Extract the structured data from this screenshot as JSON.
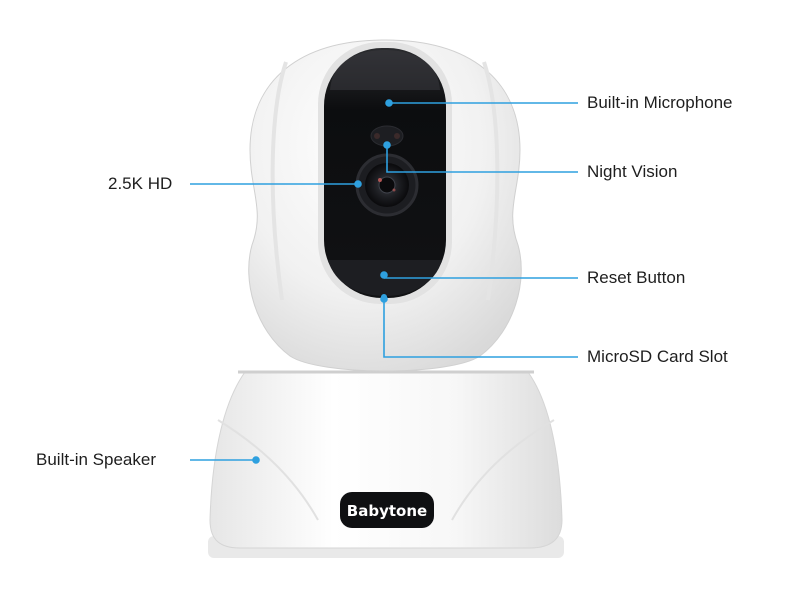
{
  "brand": "Babytone",
  "callouts": {
    "microphone": "Built-in Microphone",
    "night_vision": "Night Vision",
    "resolution": "2.5K HD",
    "reset": "Reset Button",
    "microsd": "MicroSD Card Slot",
    "speaker": "Built-in Speaker"
  },
  "colors": {
    "callout_line": "#2ea0df",
    "lens_panel": "#0f1012",
    "body": "#f3f3f3"
  }
}
